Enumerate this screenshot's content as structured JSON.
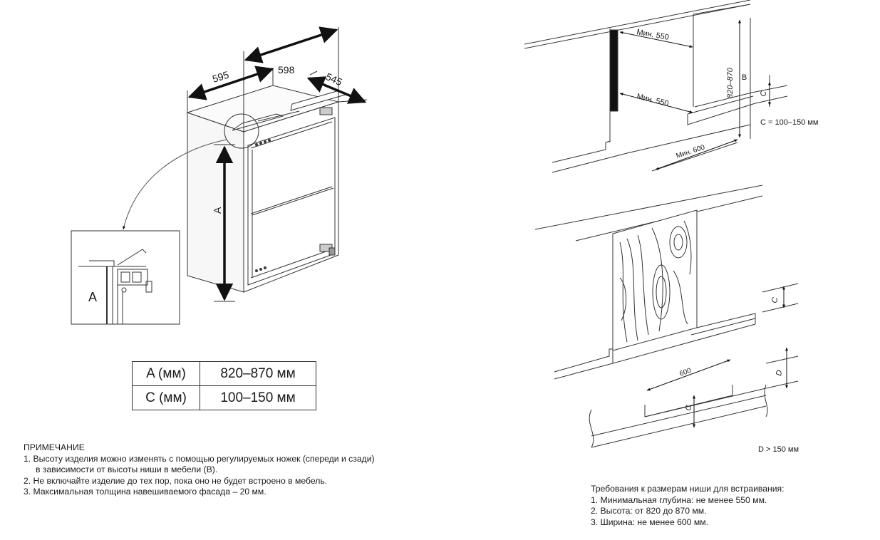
{
  "fridge": {
    "width_label": "595",
    "width_label_2": "598",
    "depth_label": "545",
    "height_label": "A",
    "inset_label": "A"
  },
  "niche": {
    "depth_top_label": "Мин. 550",
    "depth_bottom_label": "Мин. 550",
    "height_range_label": "820–870",
    "height_label": "B",
    "plinth_label": "C",
    "c_range_text": "C = 100–150 мм",
    "width_label": "Мин. 600"
  },
  "plinth": {
    "c_label_upper": "C",
    "width_label": "600",
    "c_label_lower": "C",
    "d_label": "D",
    "d_text": "D > 150 мм"
  },
  "table": {
    "rows": [
      {
        "key": "A (мм)",
        "value": "820–870 мм"
      },
      {
        "key": "C (мм)",
        "value": "100–150 мм"
      }
    ]
  },
  "notes": {
    "title": "ПРИМЕЧАНИЕ",
    "item1": "1.  Высоту изделия можно изменять с помощью регулируемых ножек (спереди и сзади)",
    "item1_cont": "в зависимости от высоты ниши в мебели (B).",
    "item2": "2.  Не включайте изделие до тех пор, пока оно не будет встроено в мебель.",
    "item3": "3.  Максимальная толщина навешиваемого фасада – 20 мм."
  },
  "requirements": {
    "title": "Требования к размерам ниши для встраивания:",
    "item1": "1.  Минимальная глубина: не менее 550 мм.",
    "item2": "2.  Высота: от 820 до 870 мм.",
    "item3": "3.  Ширина: не менее 600 мм."
  }
}
